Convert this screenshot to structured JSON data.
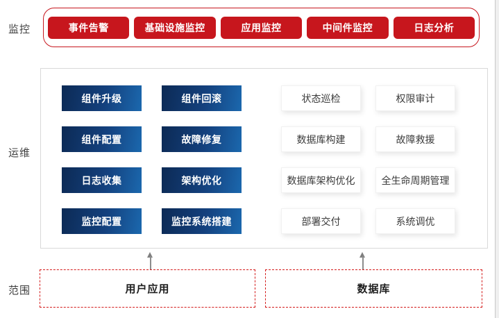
{
  "colors": {
    "red": "#c7161d",
    "dashed_red": "#d41a1a",
    "blue_dark": "#0c2a55",
    "blue_light": "#1b68ae",
    "panel_border": "#d9d9d9",
    "arrow_gray": "#8c8c8c"
  },
  "row_labels": {
    "monitoring": "监控",
    "operations": "运维",
    "scope": "范围"
  },
  "monitoring": {
    "items": [
      "事件告警",
      "基础设施监控",
      "应用监控",
      "中间件监控",
      "日志分析"
    ]
  },
  "operations": {
    "blue_items": [
      "组件升级",
      "组件回滚",
      "组件配置",
      "故障修复",
      "日志收集",
      "架构优化",
      "监控配置",
      "监控系统搭建"
    ],
    "white_items": [
      "状态巡检",
      "权限审计",
      "数据库构建",
      "故障救援",
      "数据库架构优化",
      "全生命周期管理",
      "部署交付",
      "系统调优"
    ]
  },
  "scope": {
    "items": [
      "用户应用",
      "数据库"
    ]
  }
}
